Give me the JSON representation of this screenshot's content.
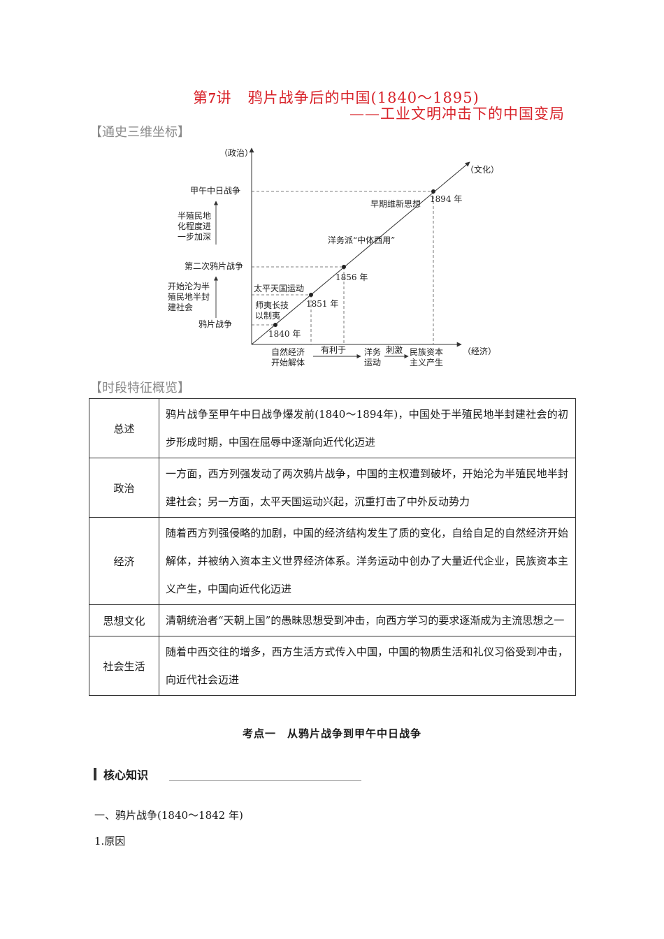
{
  "title": {
    "prefix": "第",
    "number": "7",
    "mid": "讲",
    "main": "鸦片战争后的中国(1840～1895)",
    "subtitle": "——工业文明冲击下的中国变局"
  },
  "section_timeline": "【通史三维坐标】",
  "section_overview": "【时段特征概览】",
  "diagram": {
    "y_axis": "（政治）",
    "x_axis": "（经济）",
    "diag_axis": "（文化）",
    "politics": {
      "e1": "甲午中日战争",
      "p1_l1": "半殖民地",
      "p1_l2": "化程度进",
      "p1_l3": "一步加深",
      "e2": "第二次鸦片战争",
      "p2_l1": "开始沦为半",
      "p2_l2": "殖民地半封",
      "p2_l3": "建社会",
      "e3": "鸦片战争"
    },
    "culture": {
      "c1": "早期维新思想",
      "c2": "洋务派“中体西用”",
      "c3": "太平天国运动",
      "c4_l1": "师夷长技",
      "c4_l2": "以制夷"
    },
    "years": {
      "y1840": "1840 年",
      "y1851": "1851 年",
      "y1856": "1856 年",
      "y1894": "1894 年"
    },
    "economy": {
      "e1_l1": "自然经济",
      "e1_l2": "开始解体",
      "arrow1": "有利于",
      "e2_l1": "洋务",
      "e2_l2": "运动",
      "arrow2": "刺激",
      "e3_l1": "民族资本",
      "e3_l2": "主义产生"
    }
  },
  "table": [
    {
      "key": "总述",
      "value": "鸦片战争至甲午中日战争爆发前(1840～1894年)，中国处于半殖民地半封建社会的初步形成时期，中国在屈辱中逐渐向近代化迈进"
    },
    {
      "key": "政治",
      "value": "一方面，西方列强发动了两次鸦片战争，中国的主权遭到破坏，开始沦为半殖民地半封建社会；另一方面，太平天国运动兴起，沉重打击了中外反动势力"
    },
    {
      "key": "经济",
      "value": "随着西方列强侵略的加剧，中国的经济结构发生了质的变化，自给自足的自然经济开始解体，并被纳入资本主义世界经济体系。洋务运动中创办了大量近代企业，民族资本主义产生，中国向近代化迈进"
    },
    {
      "key": "思想文化",
      "value": "清朝统治者“天朝上国”的愚昧思想受到冲击，向西方学习的要求逐渐成为主流思想之一"
    },
    {
      "key": "社会生活",
      "value": "随着中西交往的增多，西方生活方式传入中国，中国的物质生活和礼仪习俗受到冲击，向近代社会迈进"
    }
  ],
  "kaodian": "考点一　从鸦片战争到甲午中日战争",
  "core_knowledge": "核心知识",
  "heading1": "一、鸦片战争(1840～1842 年)",
  "heading2": "1.原因"
}
